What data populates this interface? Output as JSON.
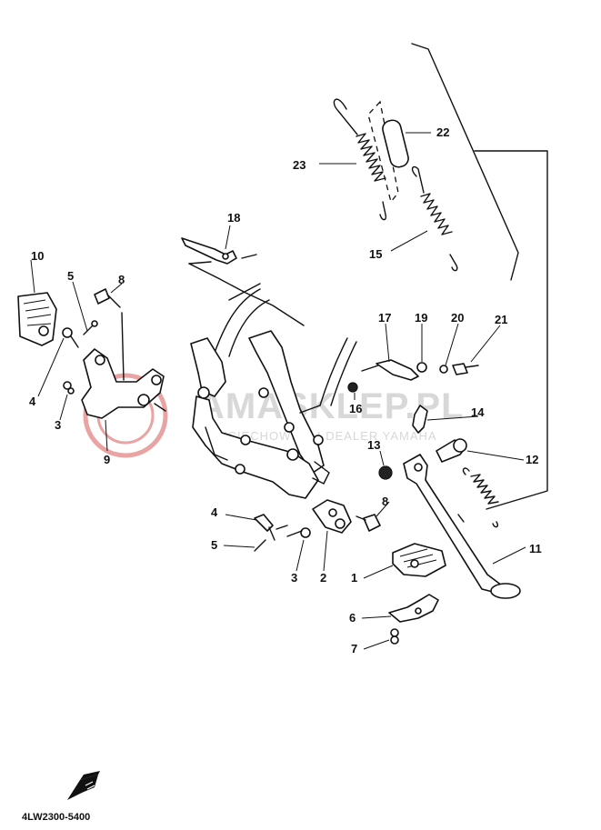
{
  "watermark": {
    "main": "AMASKLEP.PL",
    "sub": "ZYCIECHOWICZ I DEALER YAMAHA",
    "color": "#e9a3a3"
  },
  "drawing_code": "4LW2300-5400",
  "callouts": {
    "c1": "1",
    "c2": "2",
    "c3a": "3",
    "c3b": "3",
    "c4a": "4",
    "c4b": "4",
    "c5a": "5",
    "c5b": "5",
    "c6": "6",
    "c7": "7",
    "c8a": "8",
    "c8b": "8",
    "c9": "9",
    "c10": "10",
    "c11": "11",
    "c12": "12",
    "c13": "13",
    "c14": "14",
    "c15": "15",
    "c16": "16",
    "c17": "17",
    "c18": "18",
    "c19": "19",
    "c20": "20",
    "c21": "21",
    "c22": "22",
    "c23": "23"
  }
}
